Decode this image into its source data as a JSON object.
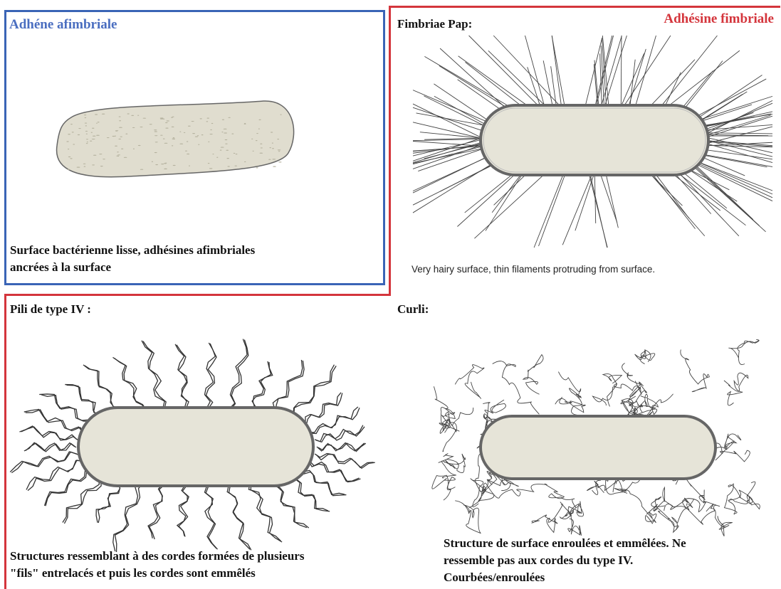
{
  "panels": {
    "afimbrial": {
      "title": "Adhéne afimbriale",
      "caption_line1": "Surface bactérienne lisse, adhésines afimbriales",
      "caption_line2": "ancrées à la surface"
    },
    "fimbrial_group": {
      "title": "Adhésine fimbriale"
    },
    "pap": {
      "heading": "Fimbriae Pap:",
      "caption": "Very hairy surface, thin filaments protruding from surface."
    },
    "type4": {
      "heading": "Pili de type IV :",
      "caption_line1": "Structures ressemblant à des cordes formées de plusieurs",
      "caption_line2": "\"fils\" entrelacés et puis les cordes sont emmêlés"
    },
    "curli": {
      "heading": "Curli:",
      "caption_line1": "Structure de surface enroulées et emmêlées. Ne",
      "caption_line2": "ressemble pas aux cordes du type IV.",
      "caption_line3": "Courbées/enroulées"
    }
  },
  "colors": {
    "afimbrial_frame": "#3a64b6",
    "fimbrial_frame": "#d4353c",
    "cell_fill": "#e6e4d8",
    "cell_outline": "#555555"
  }
}
